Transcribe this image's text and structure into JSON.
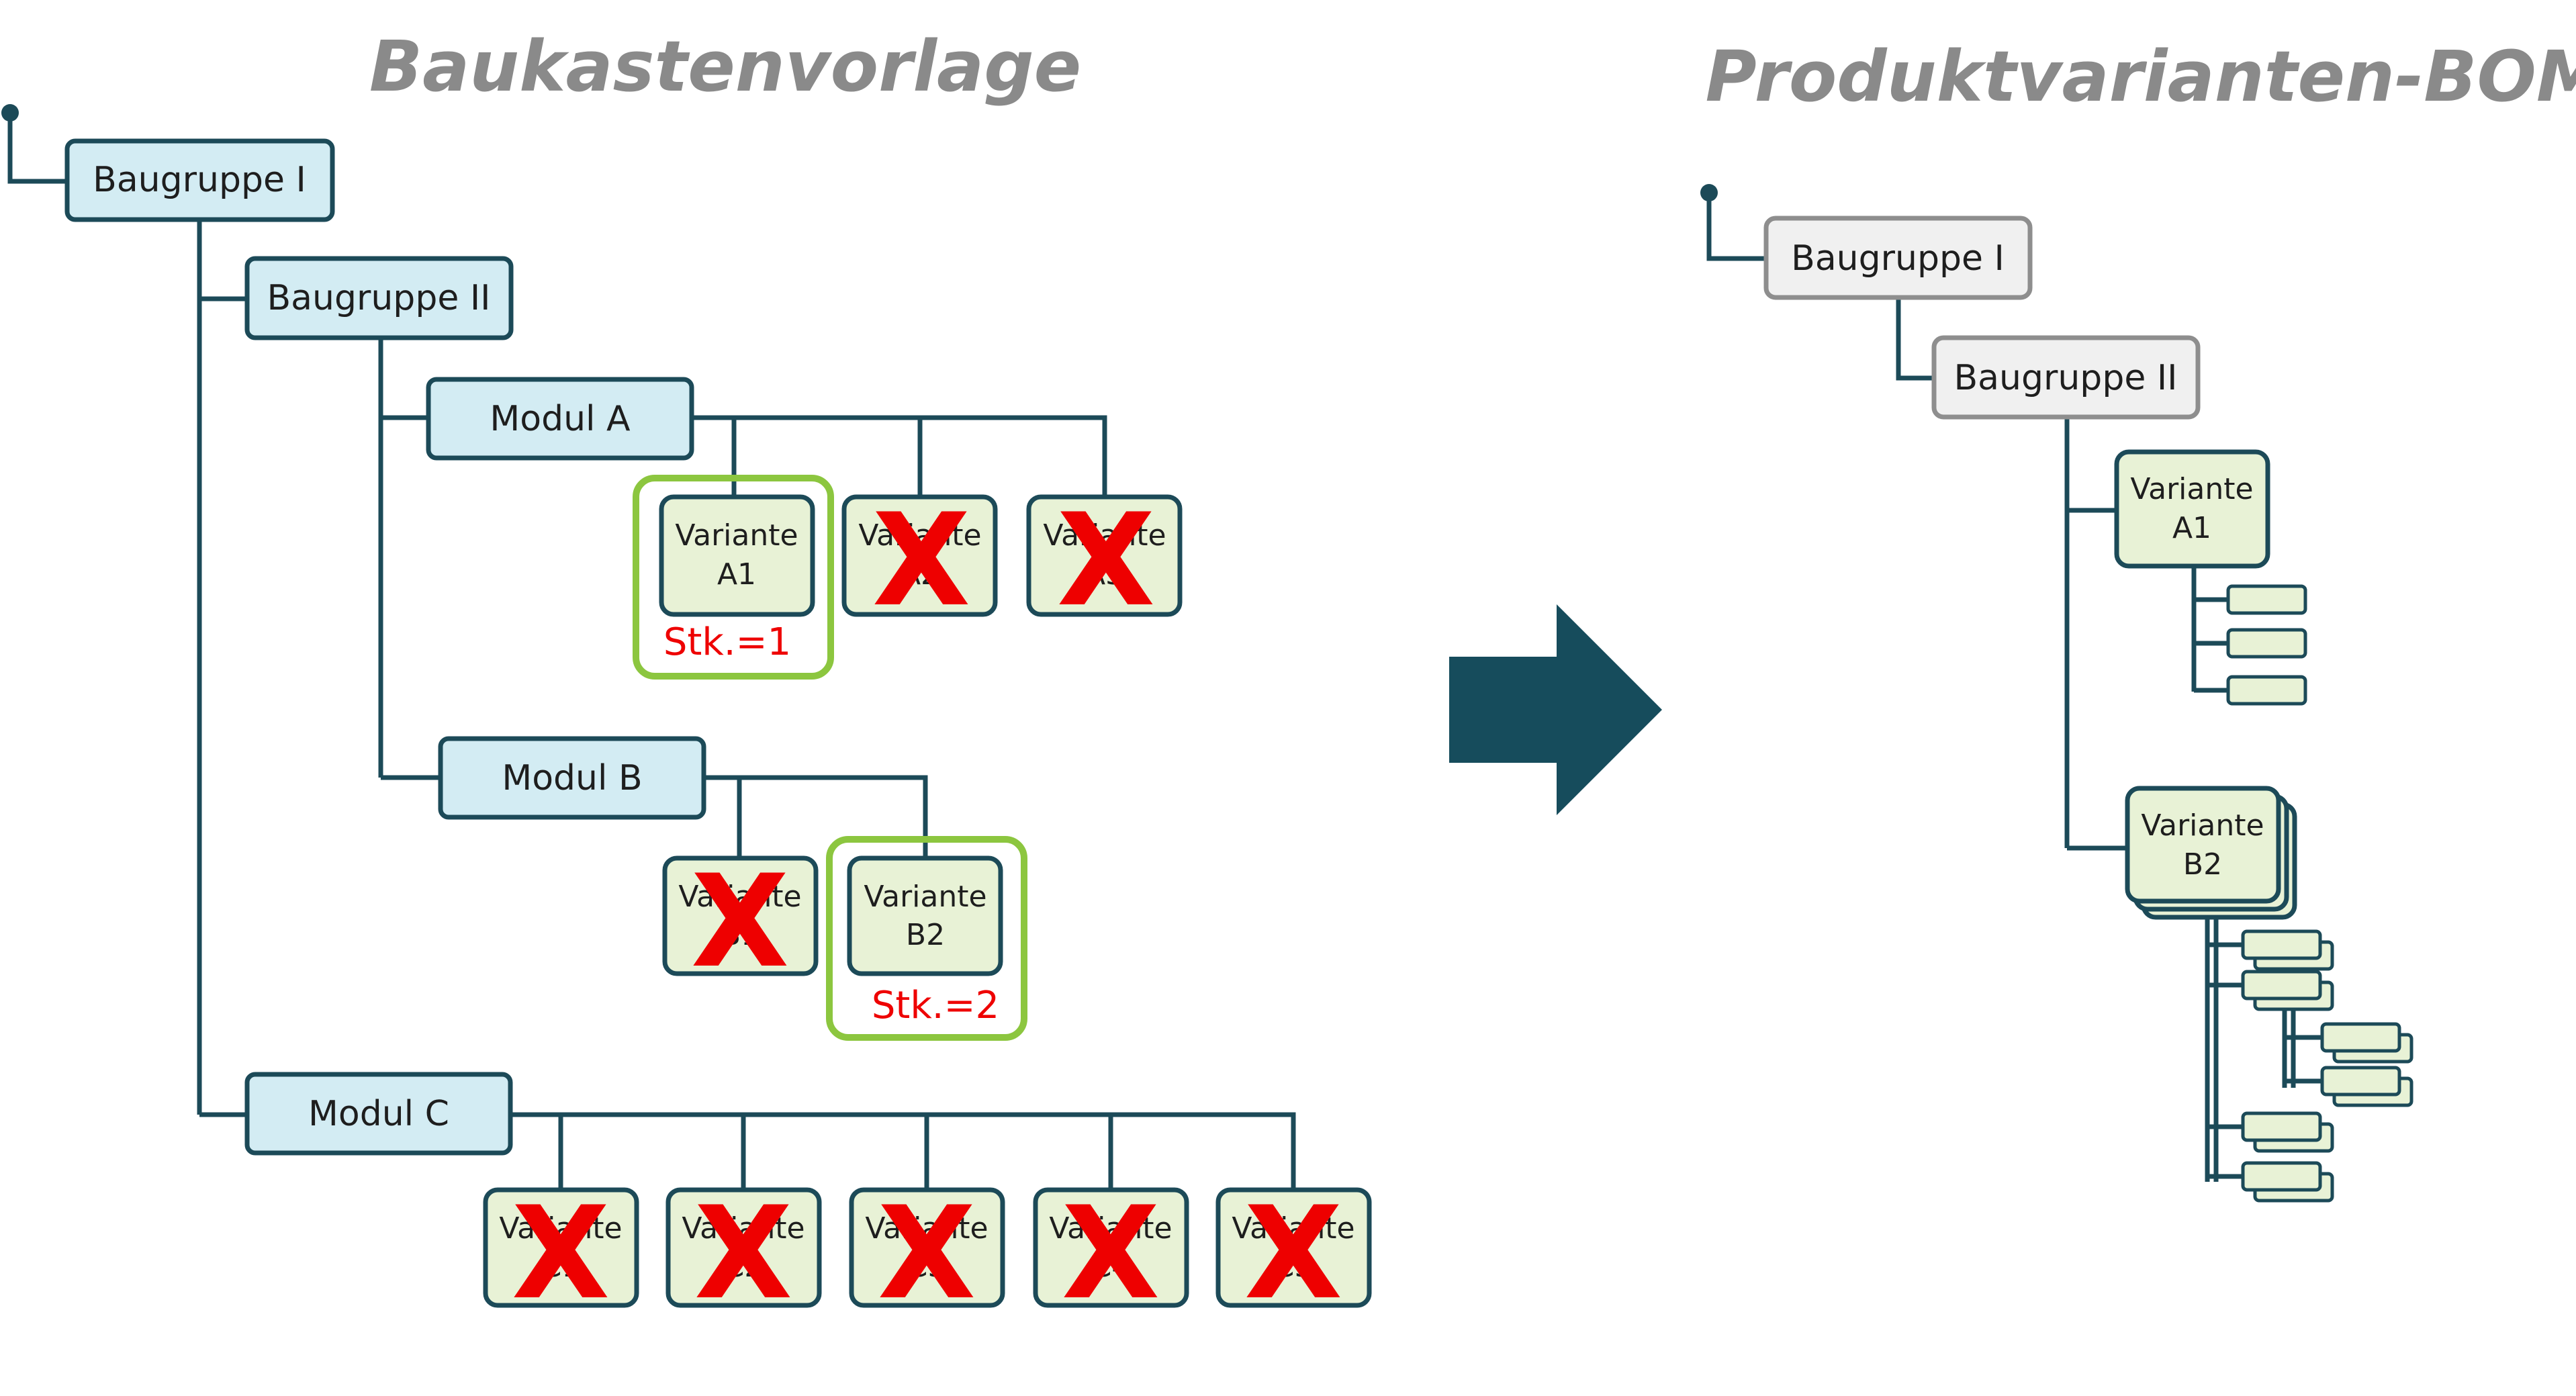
{
  "titles": {
    "left": "Baukastenvorlage",
    "right": "Produktvarianten-BOM"
  },
  "left_tree": {
    "baugruppe1": "Baugruppe I",
    "baugruppe2": "Baugruppe II",
    "modul_a": "Modul A",
    "modul_b": "Modul B",
    "modul_c": "Modul C",
    "variant_word": "Variante",
    "variants": {
      "a1": "A1",
      "a2": "A2",
      "a3": "A3",
      "b1": "B1",
      "b2": "B2",
      "c1": "C1",
      "c2": "C2",
      "c3": "C3",
      "c4": "C4",
      "c5": "C5"
    },
    "qty_a1": "Stk.=1",
    "qty_b2": "Stk.=2",
    "excluded_mark": "X"
  },
  "right_tree": {
    "baugruppe1": "Baugruppe I",
    "baugruppe2": "Baugruppe II",
    "variant_word": "Variante",
    "variant_a1": "A1",
    "variant_b2": "B2"
  },
  "colors": {
    "line": "#1c4a58",
    "module_fill": "#d3ecf3",
    "variant_fill": "#e8f2d6",
    "highlight": "#8cc63f",
    "excluded": "#ee0000",
    "title": "#8a8a8a",
    "arrow": "#164c5c"
  }
}
